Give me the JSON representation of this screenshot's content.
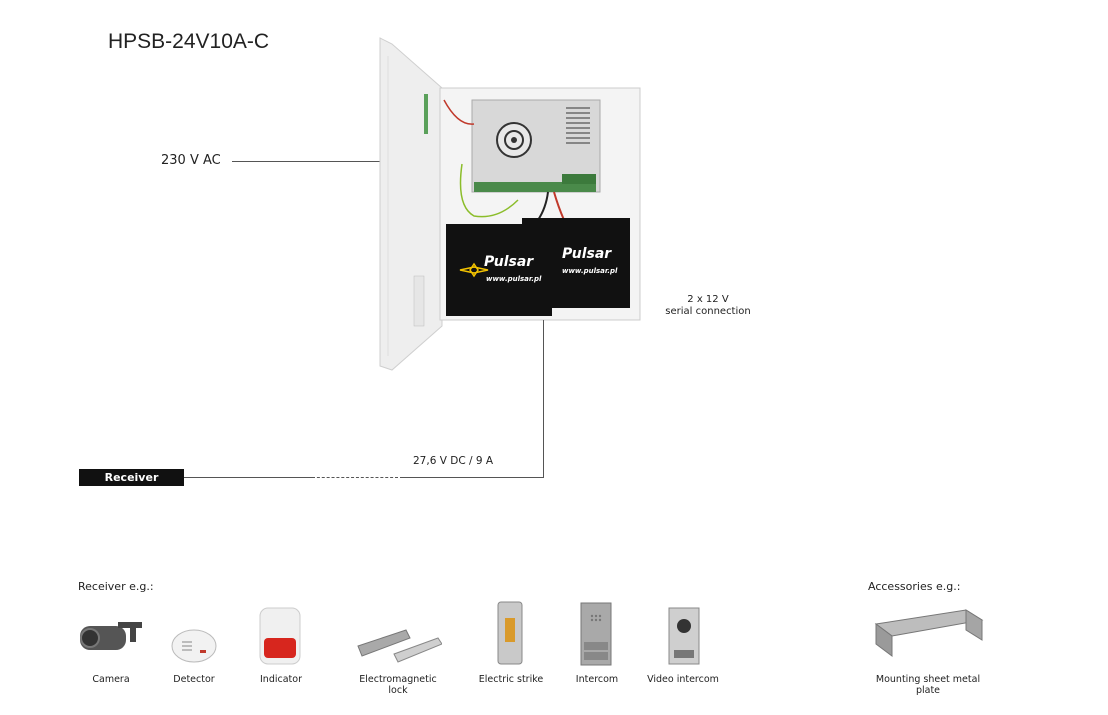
{
  "model": "HPSB-24V10A-C",
  "input_label": "230 V AC",
  "battery_label_line1": "2 x 12 V",
  "battery_label_line2": "serial connection",
  "output_label": "27,6 V DC / 9 A",
  "receiver_box": "Receiver",
  "battery_brand": "Pulsar",
  "battery_url": "www.pulsar.pl",
  "receivers_heading": "Receiver e.g.:",
  "accessories_heading": "Accessories e.g.:",
  "receivers": [
    {
      "name": "Camera",
      "icon": "camera-icon"
    },
    {
      "name": "Detector",
      "icon": "detector-icon"
    },
    {
      "name": "Indicator",
      "icon": "indicator-icon"
    },
    {
      "name": "Electromagnetic lock",
      "icon": "electromagnetic-lock-icon"
    },
    {
      "name": "Electric strike",
      "icon": "electric-strike-icon"
    },
    {
      "name": "Intercom",
      "icon": "intercom-icon"
    },
    {
      "name": "Video intercom",
      "icon": "video-intercom-icon"
    }
  ],
  "accessories": [
    {
      "name": "Mounting sheet metal plate",
      "icon": "mounting-plate-icon"
    }
  ],
  "colors": {
    "battery": "#111111",
    "battery_text": "#ffffff",
    "battery_accent": "#f2c200",
    "enclosure": "#f1f1f1"
  }
}
